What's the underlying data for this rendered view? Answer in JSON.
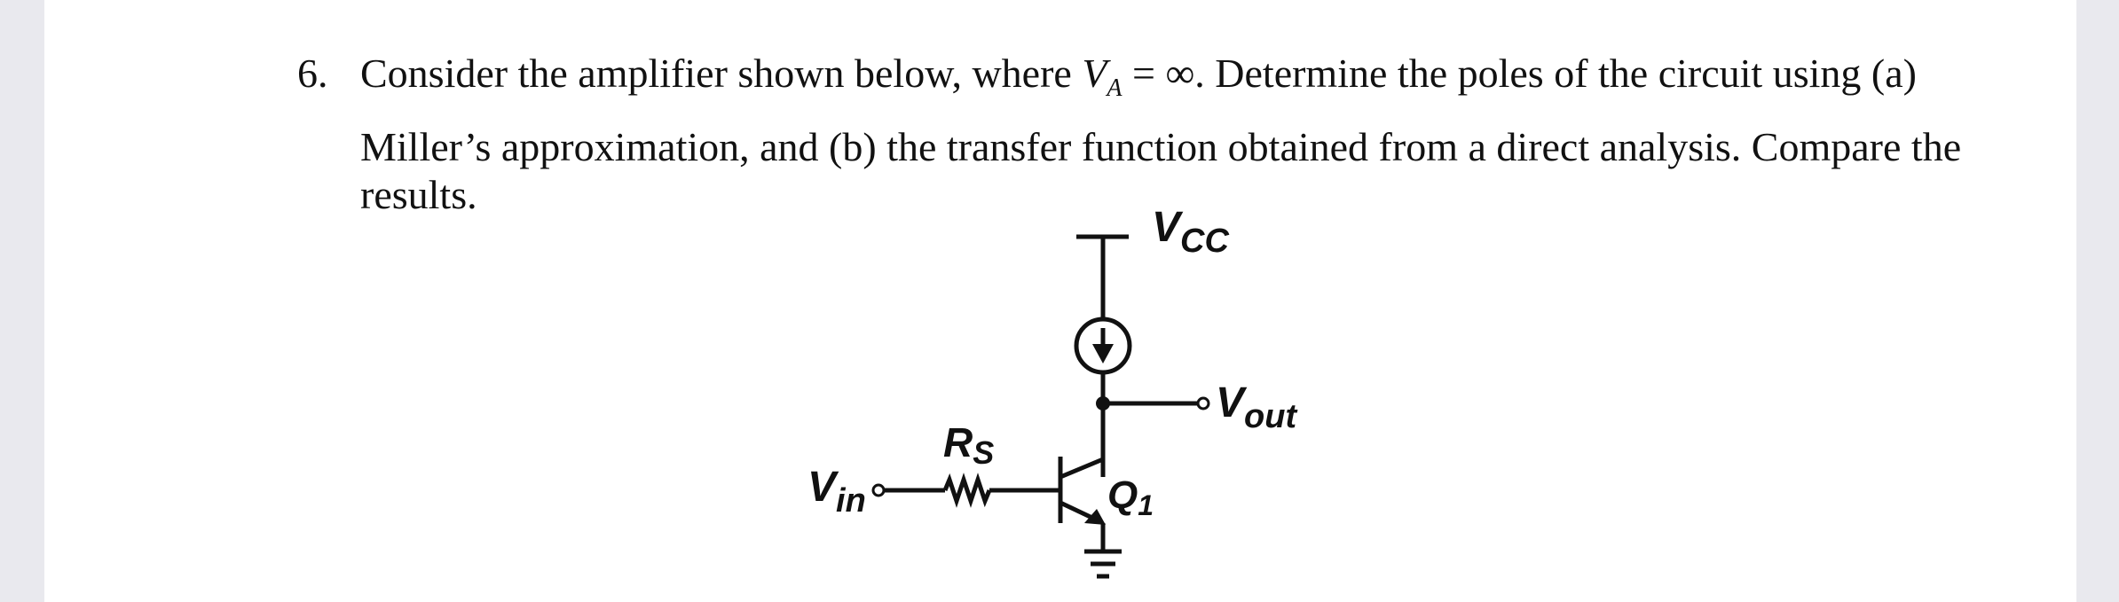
{
  "problem": {
    "number": "6.",
    "line1_a": "Consider the amplifier shown below, where ",
    "va_symbol": "V",
    "va_subscript": "A",
    "va_rest": " = ∞",
    "line1_b": ". Determine the poles of the circuit using (a)",
    "line2": "Miller’s approximation, and (b) the transfer function obtained from a direct analysis. Compare the",
    "line3": "results."
  },
  "circuit": {
    "vcc_label": {
      "main": "V",
      "sub": "CC"
    },
    "vout_label": {
      "main": "V",
      "sub": "out"
    },
    "vin_label": {
      "main": "V",
      "sub": "in"
    },
    "rs_label": {
      "main": "R",
      "sub": "S"
    },
    "q1_label": {
      "main": "Q",
      "sub": "1"
    }
  },
  "colors": {
    "page": "#ffffff",
    "background": "#e9e9ee",
    "ink": "#111111"
  }
}
